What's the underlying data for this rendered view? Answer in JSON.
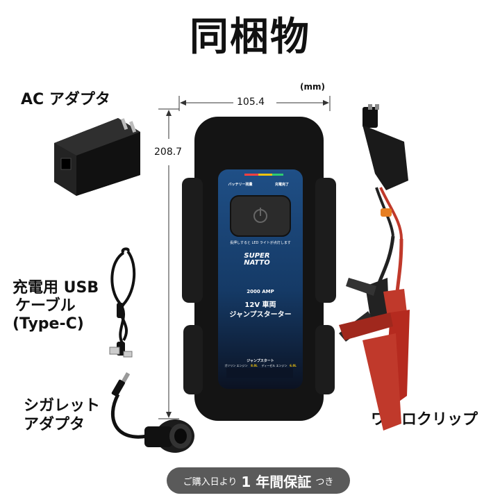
{
  "title": "同梱物",
  "labels": {
    "ac_adapter": "AC アダプタ",
    "usb_cable_line1": "充電用 USB",
    "usb_cable_line2": "ケーブル",
    "usb_cable_line3": "(Type-C)",
    "cigarette_line1": "シガレット",
    "cigarette_line2": "アダプタ",
    "alligator_clip": "ワニロクリップ"
  },
  "dimensions": {
    "unit": "(mm)",
    "width": "105.4",
    "height": "208.7"
  },
  "device": {
    "battery_remaining": "バッテリー残量",
    "charge_complete": "充電完了",
    "long_press_note": "長押しすると LED ライトが点灯します",
    "brand_line1": "SUPER",
    "brand_line2": "NATTO",
    "amp": "2000 AMP",
    "product_line1": "12V 車両",
    "product_line2": "ジャンプスターター",
    "jump_start": "ジャンプスタート",
    "gasoline": "ガソリン エンジン",
    "gasoline_value": "8.0L",
    "diesel": "ディーゼル エンジン",
    "diesel_value": "6.0L"
  },
  "warranty": {
    "prefix": "ご購入日より",
    "main": "1 年間保証",
    "suffix": "つき"
  }
}
